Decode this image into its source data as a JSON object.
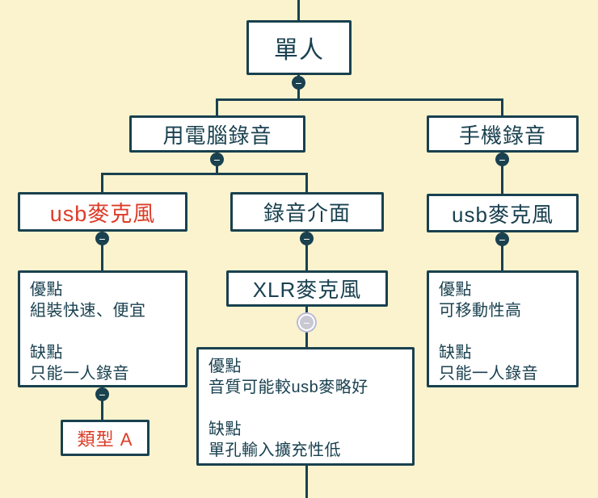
{
  "colors": {
    "background": "#FBF3CE",
    "line": "#19414F",
    "node_border": "#19414F",
    "node_background": "#FFFFFF",
    "text": "#1A4150",
    "accent_red": "#DD3C28",
    "selected_collapse": "#C7C8D2"
  },
  "icons": {
    "collapse_glyph": "−"
  },
  "tree": {
    "label": "單人",
    "children": [
      {
        "label": "用電腦錄音",
        "children": [
          {
            "label": "usb麥克風",
            "label_color": "red",
            "children": [
              {
                "label": "優點\n組裝快速、便宜\n\n缺點\n只能一人錄音",
                "children": [
                  {
                    "label": "類型 A",
                    "label_color": "red"
                  }
                ]
              }
            ]
          },
          {
            "label": "錄音介面",
            "children": [
              {
                "label": "XLR麥克風",
                "children": [
                  {
                    "label": "優點\n音質可能較usb麥略好\n\n缺點\n單孔輸入擴充性低"
                  }
                ]
              }
            ]
          }
        ]
      },
      {
        "label": "手機錄音",
        "children": [
          {
            "label": "usb麥克風",
            "children": [
              {
                "label": "優點\n可移動性高\n\n缺點\n只能一人錄音"
              }
            ]
          }
        ]
      }
    ]
  }
}
